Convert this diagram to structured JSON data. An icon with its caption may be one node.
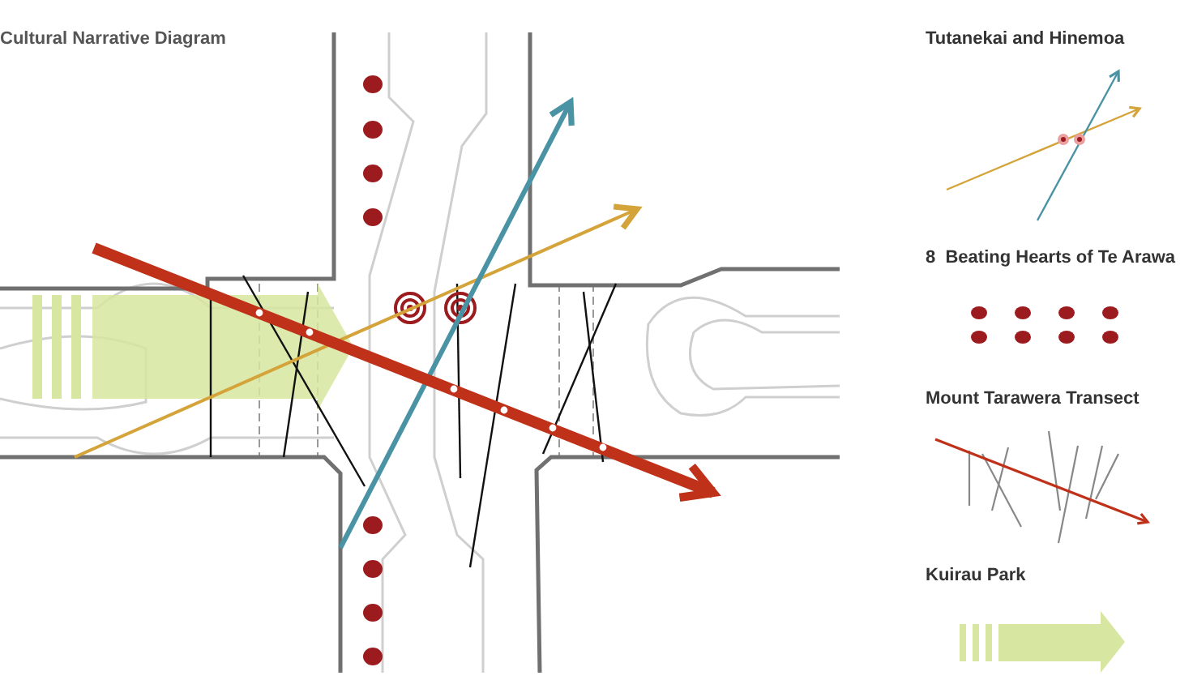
{
  "diagram": {
    "title": "Cultural Narrative Diagram",
    "legend": [
      {
        "text": "Tutanekai and Hinemoa"
      },
      {
        "text": "8  Beating Hearts of Te Arawa"
      },
      {
        "text": "Mount Tarawera Transect"
      },
      {
        "text": "Kuirau Park"
      }
    ]
  }
}
